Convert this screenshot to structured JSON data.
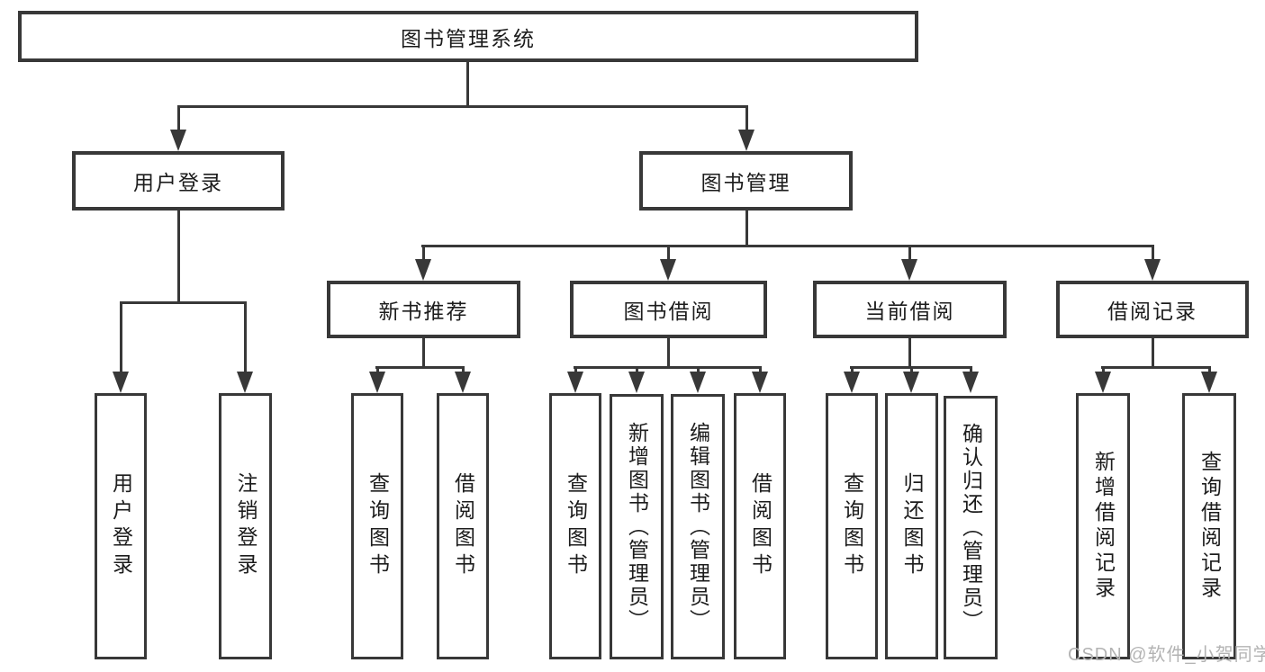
{
  "tree": {
    "root": {
      "label": "图书管理系统"
    },
    "level2": [
      {
        "label": "用户登录"
      },
      {
        "label": "图书管理"
      }
    ],
    "level3": [
      {
        "label": "新书推荐"
      },
      {
        "label": "图书借阅"
      },
      {
        "label": "当前借阅"
      },
      {
        "label": "借阅记录"
      }
    ],
    "leaves": {
      "user_login": [
        "用户登录",
        "注销登录"
      ],
      "new_book_recommend": [
        "查询图书",
        "借阅图书"
      ],
      "book_borrow": [
        "查询图书",
        "新增图书（管理员）",
        "编辑图书（管理员）",
        "借阅图书"
      ],
      "current_borrow": [
        "查询图书",
        "归还图书",
        "确认归还（管理员）"
      ],
      "borrow_records": [
        "新增借阅记录",
        "查询借阅记录"
      ]
    }
  },
  "watermark": "CSDN @软件_小贺同学",
  "colors": {
    "line": "#383838",
    "fill": "#ffffff",
    "text": "#1c1c1c",
    "watermark": "#b3b3b3"
  }
}
